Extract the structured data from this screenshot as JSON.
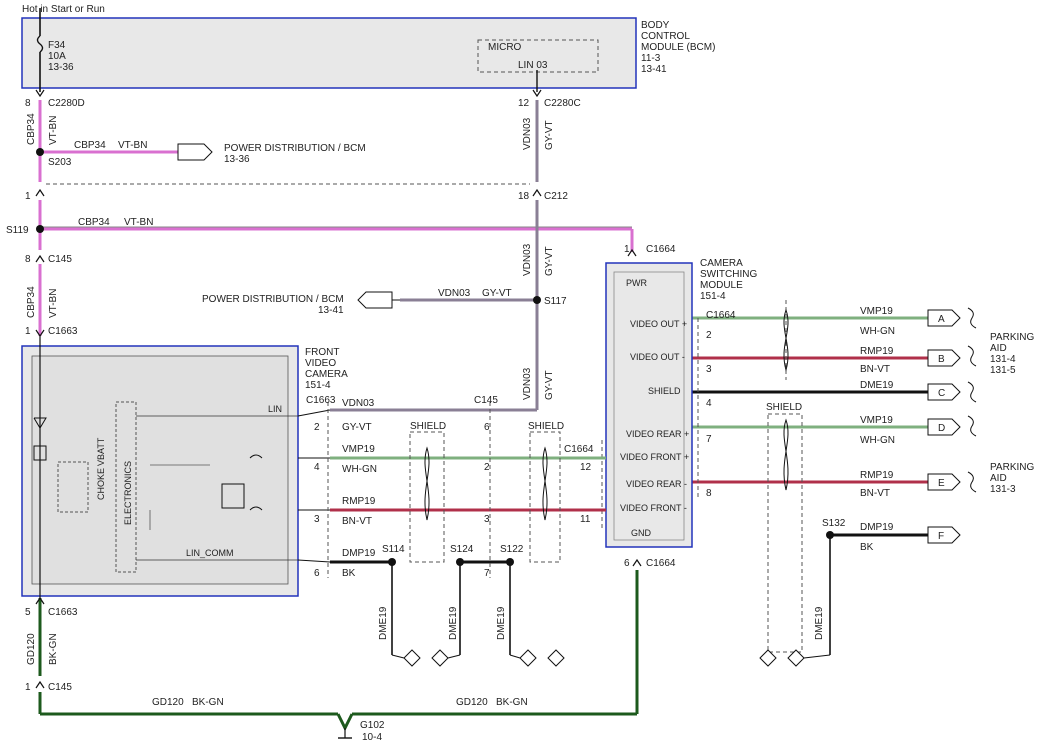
{
  "colors": {
    "vt_bn": "#d970d0",
    "gy_vt": "#8a7f95",
    "wh_gn": "#7fb07f",
    "bn_vt": "#b0304a",
    "bk": "#111111",
    "bk_gn": "#1d5a1d",
    "module_border": "#2233bb",
    "module_fill": "#e8e8e8"
  },
  "header": {
    "supply": "Hot in Start or Run"
  },
  "bcm": {
    "name_lines": [
      "BODY",
      "CONTROL",
      "MODULE (BCM)",
      "11-3",
      "13-41"
    ],
    "fuse_lines": [
      "F34",
      "10A",
      "13-36"
    ],
    "micro": "MICRO",
    "lin_pin": "LIN 03"
  },
  "connectors": {
    "c2280d": "C2280D",
    "c2280d_pin": "8",
    "c2280c": "C2280C",
    "c2280c_pin": "12",
    "c212": "C212",
    "c212_pin_left": "1",
    "c212_pin_right": "18",
    "c145_top": "C145",
    "c145_top_pin": "8",
    "c1663_top": "C1663",
    "c1663_top_pin": "1",
    "c1664_pwr": "C1664",
    "c1664_pwr_pin": "1",
    "c1664_gnd": "C1664",
    "c1664_gnd_pin": "6",
    "c1663_bottom": "C1663",
    "c1663_bottom_pin": "5",
    "c145_bottom": "C145",
    "c145_bottom_pin": "1",
    "c1663_mid": "C1663",
    "c145_mid": "C145",
    "c1664_mid": "C1664",
    "c1664_right": "C1664"
  },
  "splices": {
    "s203": "S203",
    "s119": "S119",
    "s117": "S117",
    "s114": "S114",
    "s124": "S124",
    "s122": "S122",
    "s132": "S132"
  },
  "wires": {
    "cbp34": "CBP34",
    "vt_bn": "VT-BN",
    "vdn03": "VDN03",
    "gy_vt": "GY-VT",
    "vmp19": "VMP19",
    "wh_gn": "WH-GN",
    "rmp19": "RMP19",
    "bn_vt": "BN-VT",
    "dmp19": "DMP19",
    "dme19": "DME19",
    "bk": "BK",
    "gd120": "GD120",
    "bk_gn": "BK-GN"
  },
  "power_dist_1": {
    "label": "POWER DISTRIBUTION / BCM",
    "ref": "13-36"
  },
  "power_dist_2": {
    "label": "POWER DISTRIBUTION / BCM",
    "ref": "13-41"
  },
  "camera": {
    "name_lines": [
      "FRONT",
      "VIDEO",
      "CAMERA",
      "151-4"
    ],
    "lin": "LIN",
    "lin_comm": "LIN_COMM",
    "electronics": "ELECTRONICS",
    "vbatt": "VBATT",
    "choke": "CHOKE",
    "pins": {
      "lin": "2",
      "vmp": "4",
      "rmp": "3",
      "dmp": "6"
    }
  },
  "c145_pins": {
    "lin": "6",
    "vmp": "2",
    "rmp": "3",
    "dmp": "7"
  },
  "csm": {
    "name_lines": [
      "CAMERA",
      "SWITCHING",
      "MODULE",
      "151-4"
    ],
    "pins": [
      {
        "label": "PWR"
      },
      {
        "label": "VIDEO OUT +",
        "pin": "2"
      },
      {
        "label": "VIDEO OUT -",
        "pin": "3"
      },
      {
        "label": "SHIELD",
        "pin": "4"
      },
      {
        "label": "VIDEO REAR +",
        "pin": "7"
      },
      {
        "label": "VIDEO FRONT +",
        "pin": "12"
      },
      {
        "label": "VIDEO REAR -",
        "pin": "8"
      },
      {
        "label": "VIDEO FRONT -",
        "pin": "11"
      },
      {
        "label": "GND"
      }
    ]
  },
  "shield": "SHIELD",
  "outputs": [
    "A",
    "B",
    "C",
    "D",
    "E",
    "F"
  ],
  "parking_aid_1": [
    "PARKING",
    "AID",
    "131-4",
    "131-5"
  ],
  "parking_aid_2": [
    "PARKING",
    "AID",
    "131-3"
  ],
  "ground": {
    "name": "G102",
    "ref": "10-4"
  }
}
